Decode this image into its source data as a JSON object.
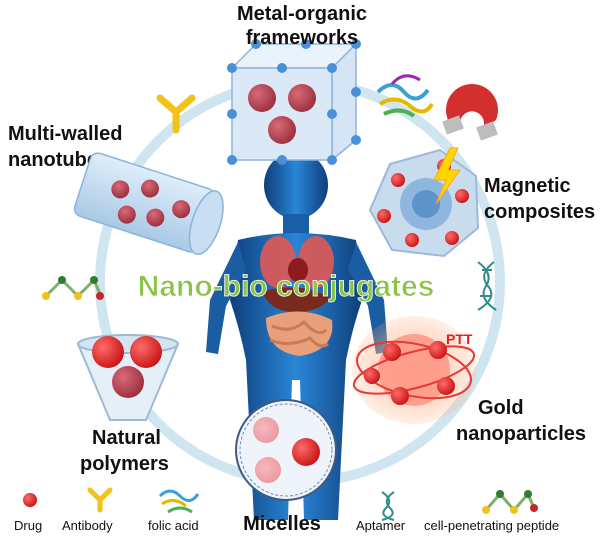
{
  "center_title": "Nano-bio conjugates",
  "nodes": {
    "mof": {
      "line1": "Metal-organic",
      "line2": "frameworks"
    },
    "nanotubes": {
      "line1": "Multi-walled",
      "line2": "nanotubes"
    },
    "magnetic": {
      "line1": "Magnetic",
      "line2": "composites"
    },
    "gold": {
      "line1": "Gold",
      "line2": "nanoparticles",
      "ptt": "PTT"
    },
    "polymers": {
      "line1": "Natural",
      "line2": "polymers"
    },
    "micelles": {
      "label": "Micelles"
    }
  },
  "legend": {
    "drug": "Drug",
    "antibody": "Antibody",
    "folic_acid": "folic acid",
    "aptamer": "Aptamer",
    "peptide": "cell-penetrating peptide"
  },
  "colors": {
    "ring": "#cfe6f0",
    "title_green": "#8bc34a",
    "drug_red": "#e02020",
    "drug_dark": "#b23a4a",
    "antibody_yellow": "#f2c21b",
    "body_blue": "#1f6fc0",
    "ptt_red": "#e02020"
  },
  "icons": [
    "mof-cube-icon",
    "protein-ribbon-icon",
    "horseshoe-magnet-icon",
    "lightning-icon",
    "dna-helix-icon",
    "antibody-icon",
    "peptide-chain-icon",
    "human-body-icon"
  ]
}
